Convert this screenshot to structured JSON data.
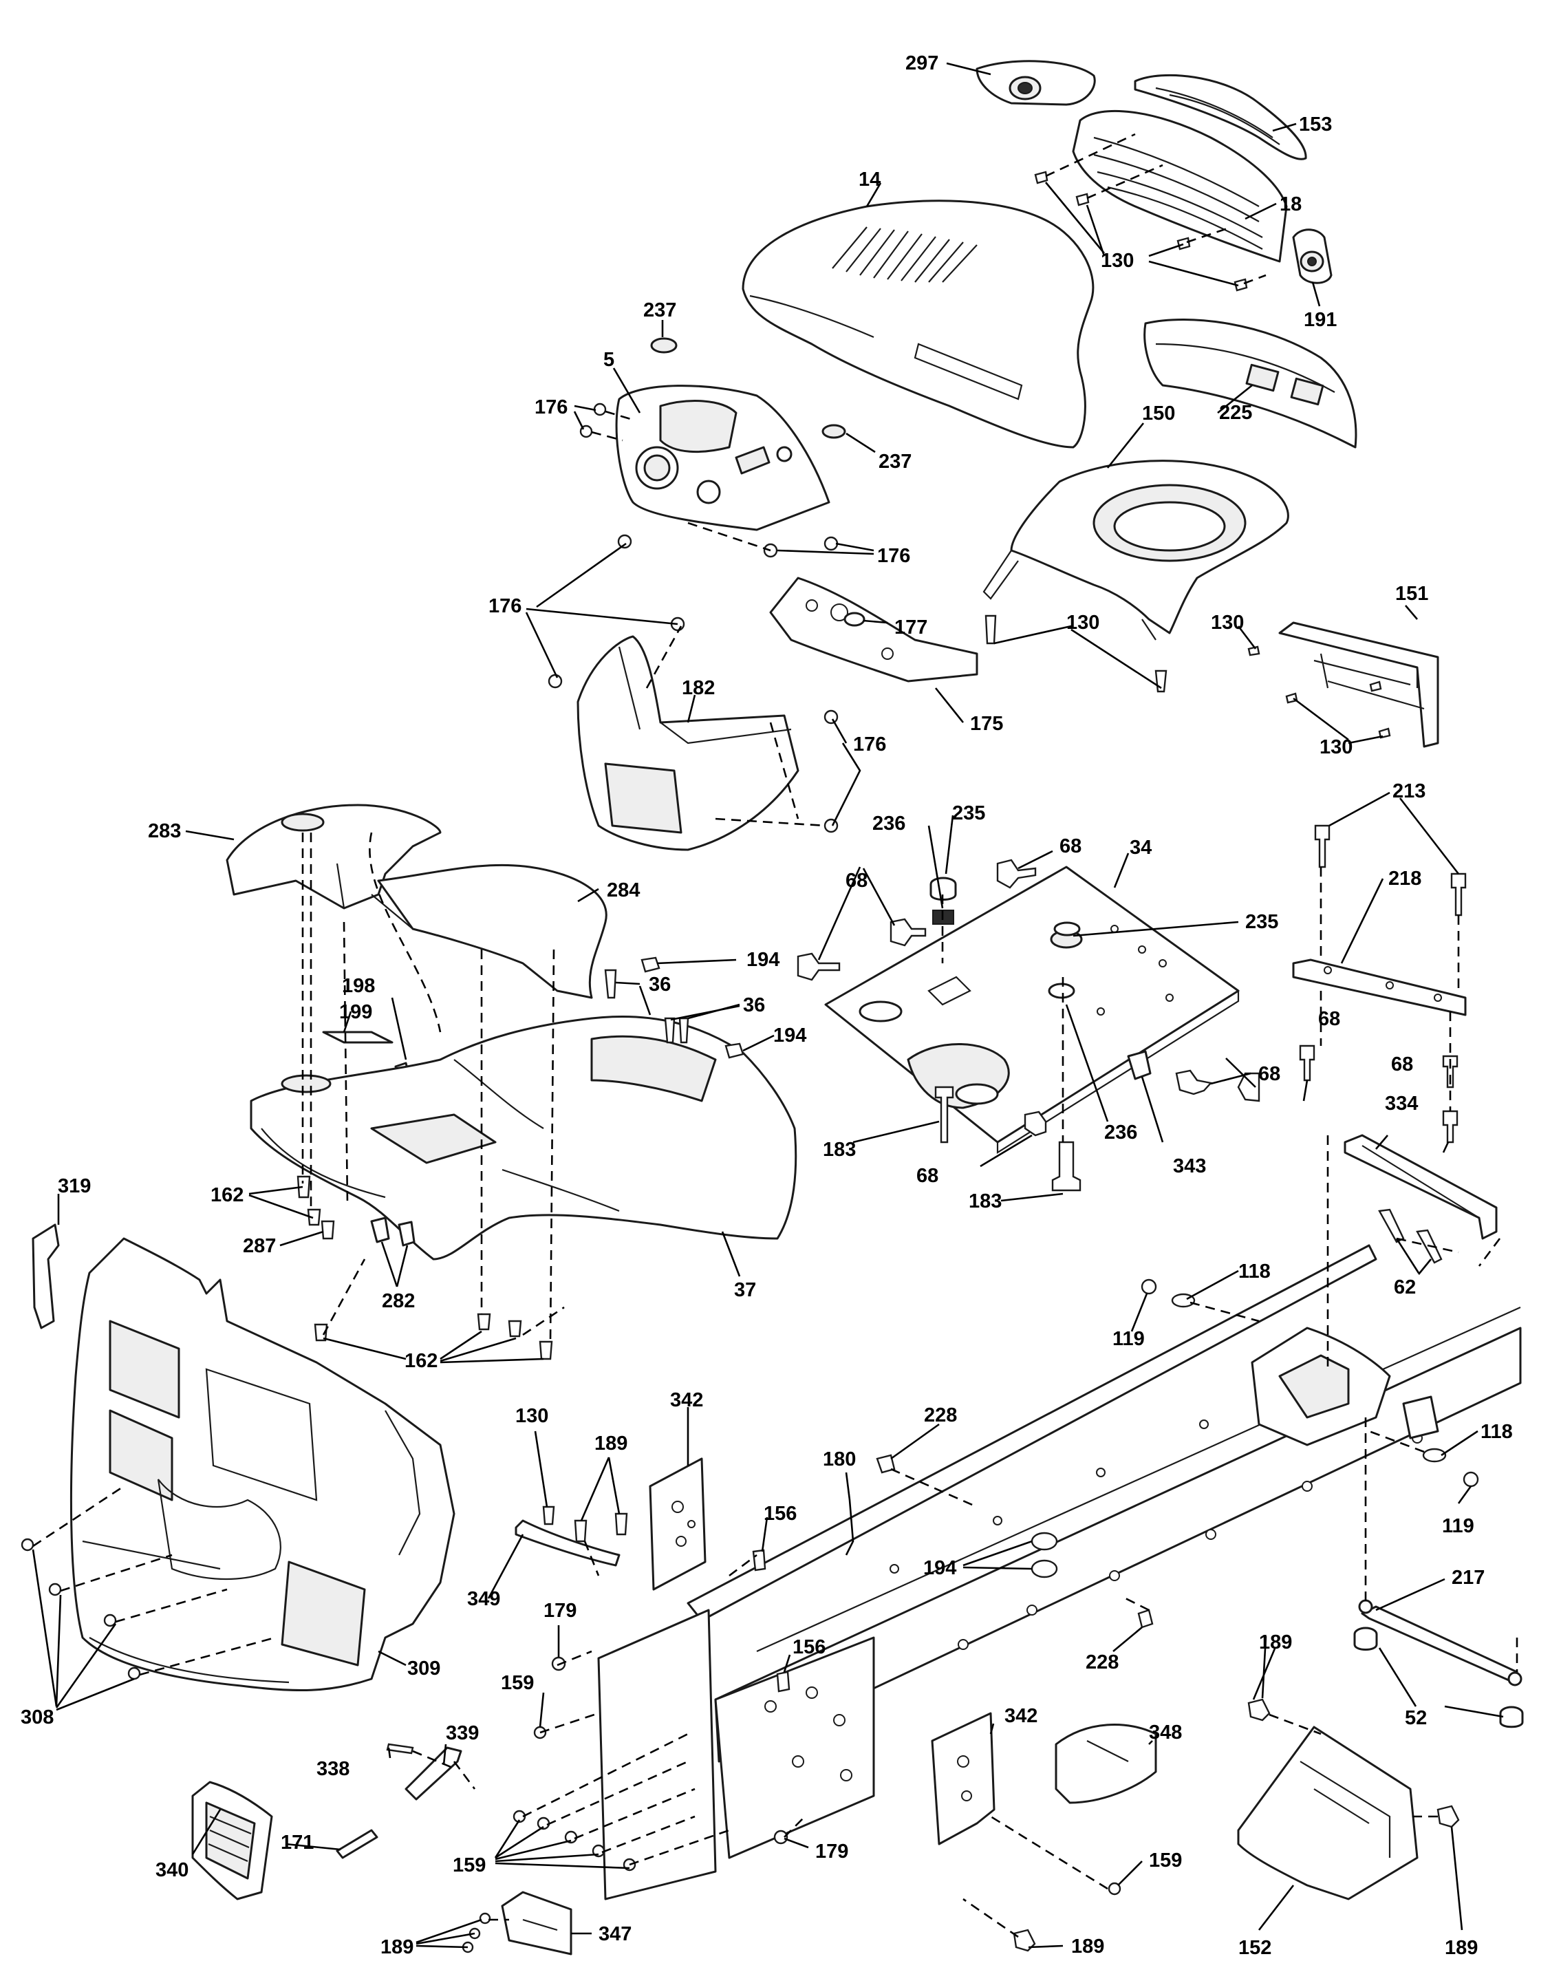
{
  "diagram": {
    "callouts": [
      {
        "id": "c297",
        "label": "297"
      },
      {
        "id": "c153",
        "label": "153"
      },
      {
        "id": "c14",
        "label": "14"
      },
      {
        "id": "c18",
        "label": "18"
      },
      {
        "id": "c130a",
        "label": "130"
      },
      {
        "id": "c191",
        "label": "191"
      },
      {
        "id": "c237a",
        "label": "237"
      },
      {
        "id": "c5",
        "label": "5"
      },
      {
        "id": "c176a",
        "label": "176"
      },
      {
        "id": "c225",
        "label": "225"
      },
      {
        "id": "c150",
        "label": "150"
      },
      {
        "id": "c237b",
        "label": "237"
      },
      {
        "id": "c176b",
        "label": "176"
      },
      {
        "id": "c176c",
        "label": "176"
      },
      {
        "id": "c177",
        "label": "177"
      },
      {
        "id": "c130b",
        "label": "130"
      },
      {
        "id": "c130c",
        "label": "130"
      },
      {
        "id": "c151",
        "label": "151"
      },
      {
        "id": "c182",
        "label": "182"
      },
      {
        "id": "c175",
        "label": "175"
      },
      {
        "id": "c130d",
        "label": "130"
      },
      {
        "id": "c176d",
        "label": "176"
      },
      {
        "id": "c213",
        "label": "213"
      },
      {
        "id": "c235a",
        "label": "235"
      },
      {
        "id": "c236a",
        "label": "236"
      },
      {
        "id": "c68a",
        "label": "68"
      },
      {
        "id": "c34",
        "label": "34"
      },
      {
        "id": "c283",
        "label": "283"
      },
      {
        "id": "c218",
        "label": "218"
      },
      {
        "id": "c284",
        "label": "284"
      },
      {
        "id": "c68b",
        "label": "68"
      },
      {
        "id": "c235b",
        "label": "235"
      },
      {
        "id": "c36a",
        "label": "36"
      },
      {
        "id": "c198",
        "label": "198"
      },
      {
        "id": "c194a",
        "label": "194"
      },
      {
        "id": "c36b",
        "label": "36"
      },
      {
        "id": "c199",
        "label": "199"
      },
      {
        "id": "c194b",
        "label": "194"
      },
      {
        "id": "c68c",
        "label": "68"
      },
      {
        "id": "c68d",
        "label": "68"
      },
      {
        "id": "c68e",
        "label": "68"
      },
      {
        "id": "c334",
        "label": "334"
      },
      {
        "id": "c183a",
        "label": "183"
      },
      {
        "id": "c236b",
        "label": "236"
      },
      {
        "id": "c68f",
        "label": "68"
      },
      {
        "id": "c343",
        "label": "343"
      },
      {
        "id": "c319",
        "label": "319"
      },
      {
        "id": "c162a",
        "label": "162"
      },
      {
        "id": "c183b",
        "label": "183"
      },
      {
        "id": "c287",
        "label": "287"
      },
      {
        "id": "c37",
        "label": "37"
      },
      {
        "id": "c62",
        "label": "62"
      },
      {
        "id": "c282",
        "label": "282"
      },
      {
        "id": "c118a",
        "label": "118"
      },
      {
        "id": "c119a",
        "label": "119"
      },
      {
        "id": "c162b",
        "label": "162"
      },
      {
        "id": "c342a",
        "label": "342"
      },
      {
        "id": "c130e",
        "label": "130"
      },
      {
        "id": "c228a",
        "label": "228"
      },
      {
        "id": "c189a",
        "label": "189"
      },
      {
        "id": "c118b",
        "label": "118"
      },
      {
        "id": "c180",
        "label": "180"
      },
      {
        "id": "c119b",
        "label": "119"
      },
      {
        "id": "c156a",
        "label": "156"
      },
      {
        "id": "c194c",
        "label": "194"
      },
      {
        "id": "c349",
        "label": "349"
      },
      {
        "id": "c217",
        "label": "217"
      },
      {
        "id": "c179a",
        "label": "179"
      },
      {
        "id": "c228b",
        "label": "228"
      },
      {
        "id": "c189b",
        "label": "189"
      },
      {
        "id": "c309",
        "label": "309"
      },
      {
        "id": "c156b",
        "label": "156"
      },
      {
        "id": "c308",
        "label": "308"
      },
      {
        "id": "c159a",
        "label": "159"
      },
      {
        "id": "c52",
        "label": "52"
      },
      {
        "id": "c339",
        "label": "339"
      },
      {
        "id": "c342b",
        "label": "342"
      },
      {
        "id": "c348",
        "label": "348"
      },
      {
        "id": "c338",
        "label": "338"
      },
      {
        "id": "c340",
        "label": "340"
      },
      {
        "id": "c171",
        "label": "171"
      },
      {
        "id": "c159b",
        "label": "159"
      },
      {
        "id": "c179b",
        "label": "179"
      },
      {
        "id": "c159c",
        "label": "159"
      },
      {
        "id": "c189c",
        "label": "189"
      },
      {
        "id": "c347",
        "label": "347"
      },
      {
        "id": "c189d",
        "label": "189"
      },
      {
        "id": "c152",
        "label": "152"
      },
      {
        "id": "c189e",
        "label": "189"
      }
    ]
  }
}
